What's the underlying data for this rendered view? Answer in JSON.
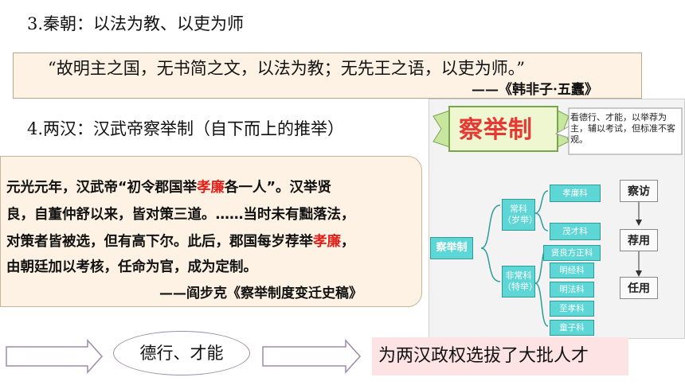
{
  "heading_qin": "3.秦朝：以法为教、以吏为师",
  "quote": {
    "text": "“故明主之国，无书简之文，以法为教；无先王之语，以吏为师。”",
    "source": "——《韩非子·五蠹》"
  },
  "heading_han": "4.两汉：汉武帝察举制（自下而上的推举）",
  "source_card": {
    "line1_a": "元光元年，汉武帝“初令郡国举",
    "line1_red": "孝廉",
    "line1_b": "各一人”。汉举贤",
    "line2": "良，自董仲舒以来，皆对策三道。……当时未有黜落法，",
    "line3_a": "对策者皆被选，但有高下尔。此后，郡国每岁荐举",
    "line3_red": "孝廉",
    "line3_b": "，",
    "line4": "由朝廷加以考核，任命为官，成为定制。",
    "citation": "——阎步克《察举制度变迁史稿》"
  },
  "diagram": {
    "banner": "察举制",
    "note": "看德行、才能，以举荐为主，辅以考试，但标准不客观。",
    "root": "察举制",
    "regular": "常科（岁举）",
    "irregular": "非常科（特举）",
    "regular_items": [
      "孝廉科",
      "茂才科"
    ],
    "irregular_items": [
      "贤良方正科",
      "明经科",
      "明法科",
      "至孝科",
      "童子科"
    ],
    "flow": [
      "察访",
      "荐用",
      "任用"
    ]
  },
  "bottom": {
    "criteria": "德行、才能",
    "result": "为两汉政权选拔了大批人才"
  }
}
